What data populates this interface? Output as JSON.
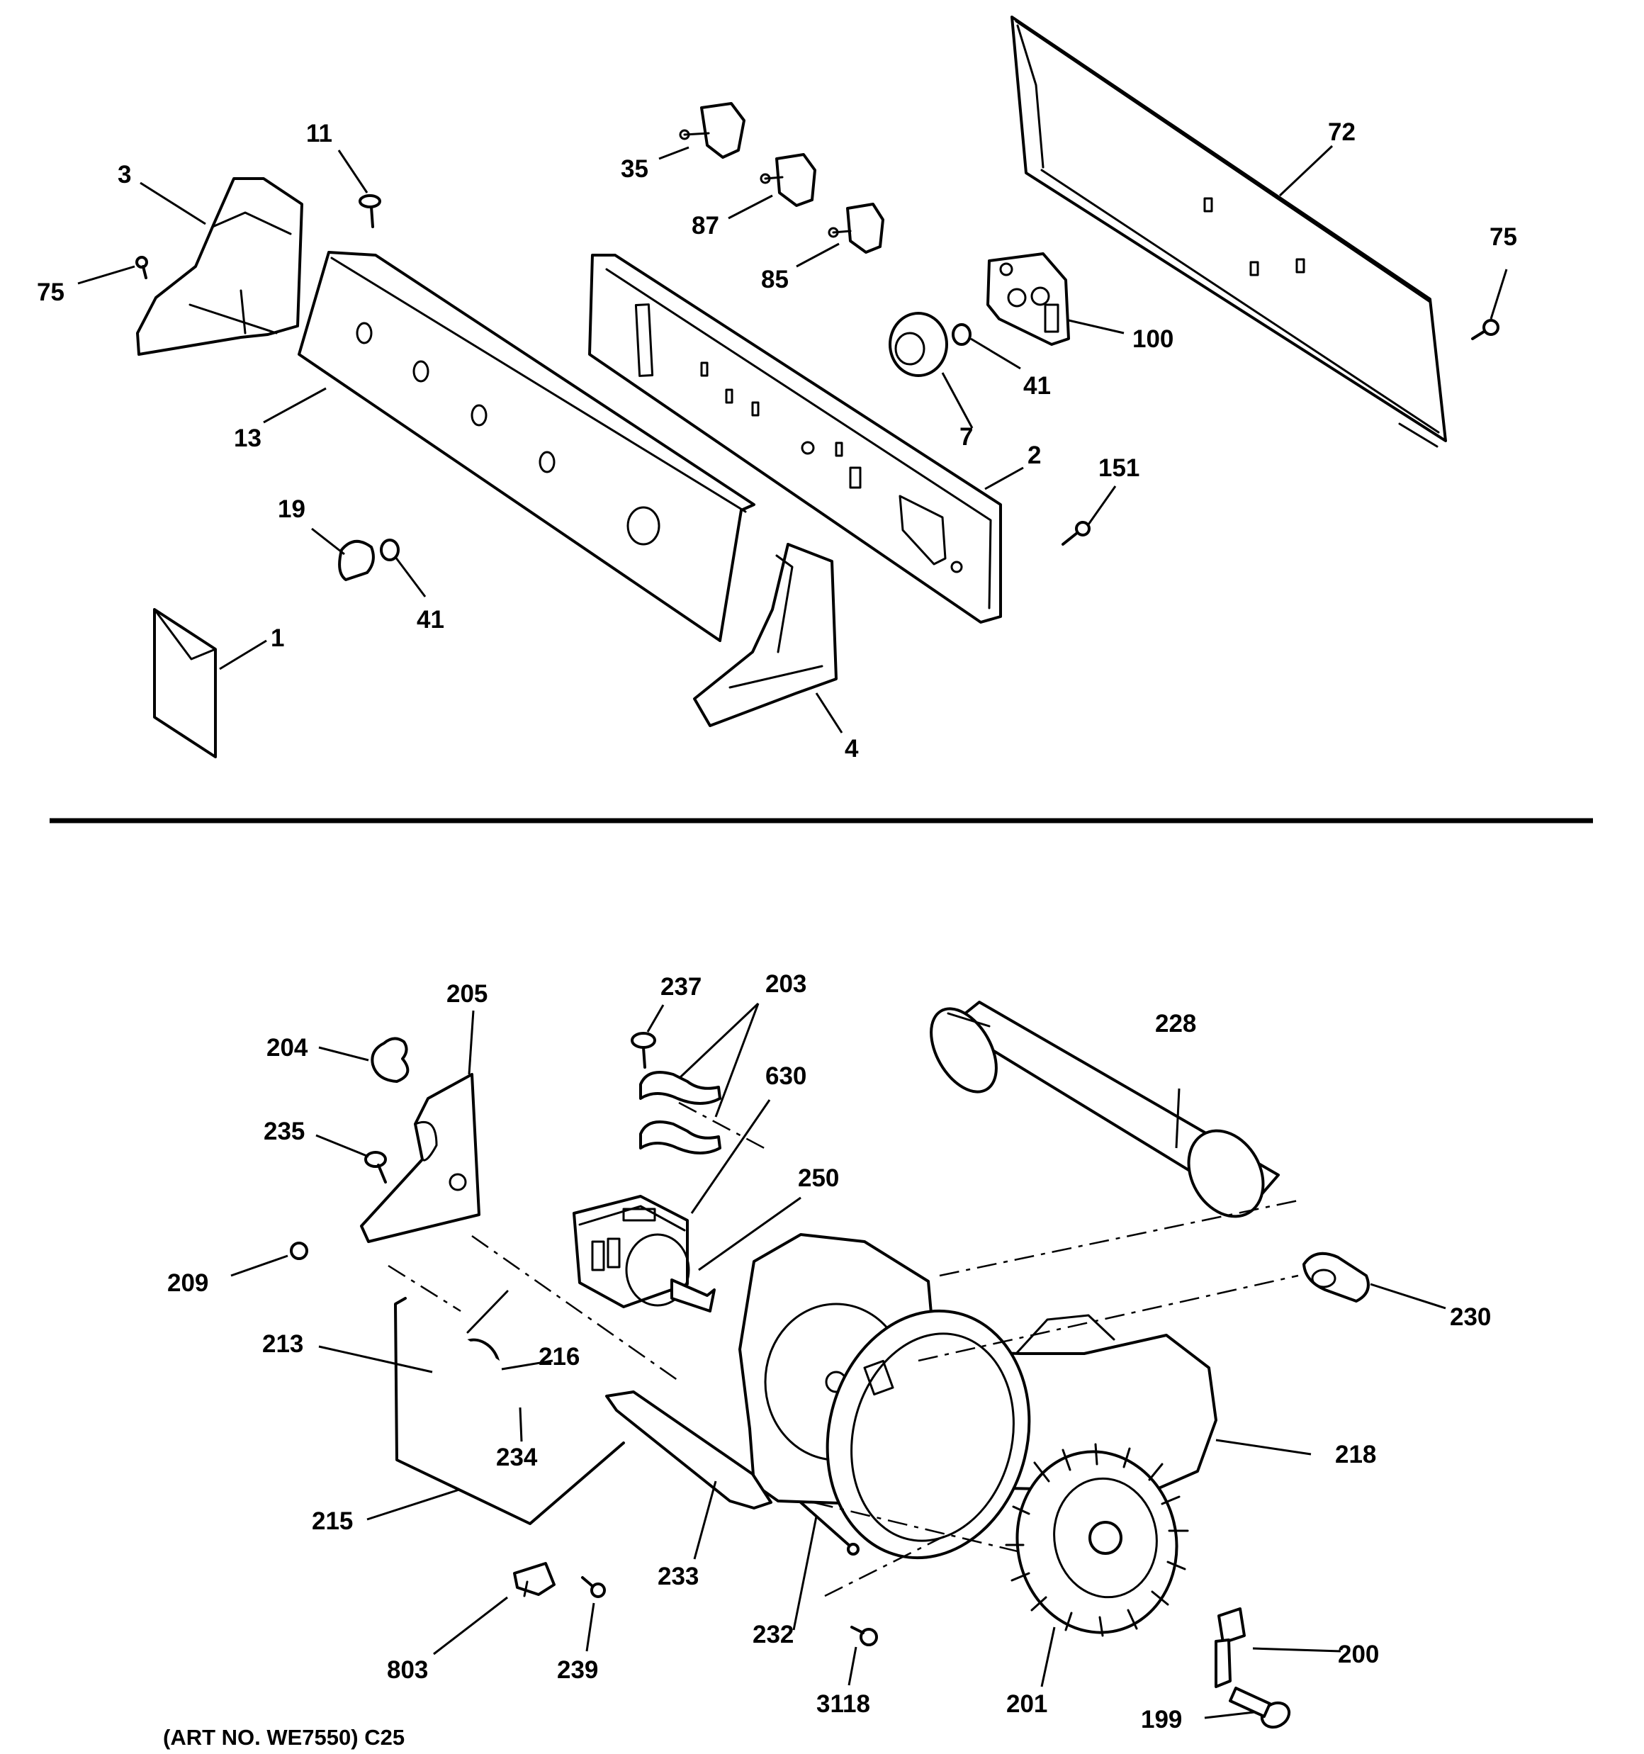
{
  "art_number": "(ART NO. WE7550) C25",
  "colors": {
    "line": "#000000",
    "background": "#ffffff"
  },
  "callouts": {
    "c1": "1",
    "c2": "2",
    "c3": "3",
    "c4": "4",
    "c7": "7",
    "c11": "11",
    "c13": "13",
    "c19": "19",
    "c35": "35",
    "c41a": "41",
    "c41b": "41",
    "c72": "72",
    "c75a": "75",
    "c75b": "75",
    "c85": "85",
    "c87": "87",
    "c100": "100",
    "c151": "151",
    "c199": "199",
    "c200": "200",
    "c201": "201",
    "c203": "203",
    "c204": "204",
    "c205": "205",
    "c209": "209",
    "c213": "213",
    "c215": "215",
    "c216": "216",
    "c218": "218",
    "c228": "228",
    "c230": "230",
    "c232": "232",
    "c233": "233",
    "c234": "234",
    "c235": "235",
    "c237": "237",
    "c239": "239",
    "c250": "250",
    "c630": "630",
    "c803": "803",
    "c3118": "3118"
  }
}
